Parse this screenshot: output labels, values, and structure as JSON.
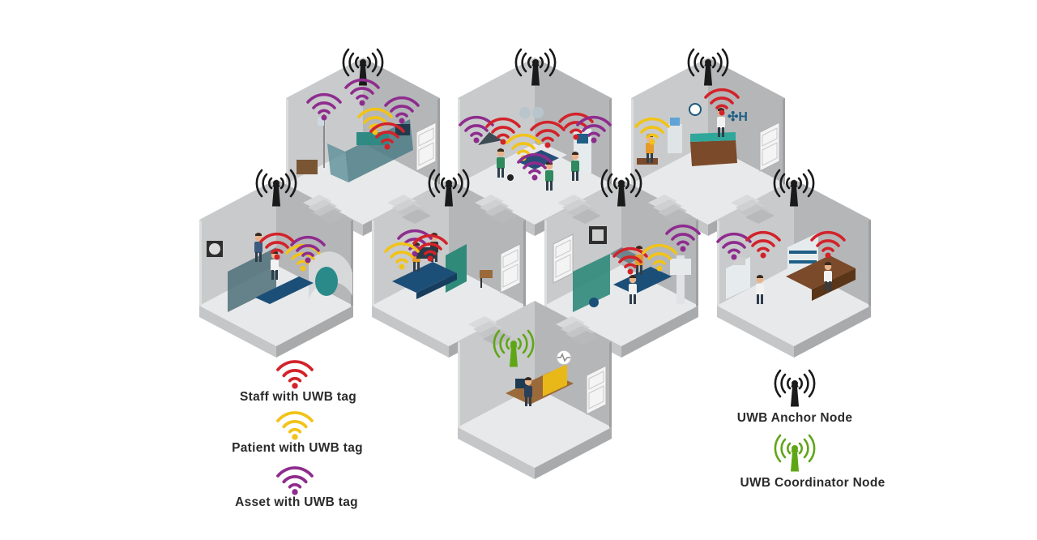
{
  "legend": {
    "staff": {
      "label": "Staff with UWB tag",
      "color": "#d2232a"
    },
    "patient": {
      "label": "Patient with UWB tag",
      "color": "#f2c318"
    },
    "asset": {
      "label": "Asset with UWB tag",
      "color": "#8e2c8e"
    },
    "anchor": {
      "label": "UWB Anchor Node",
      "color": "#1a1a1a"
    },
    "coordinator": {
      "label": "UWB Coordinator Node",
      "color": "#5fa617"
    }
  },
  "rooms": [
    {
      "id": "operating-room-left",
      "icons": [
        "iv-stand-icon",
        "cart-icon",
        "monitor-icon"
      ]
    },
    {
      "id": "operating-theatre",
      "icons": [
        "surgical-light-icon",
        "surgeon-icon",
        "monitor-icon"
      ]
    },
    {
      "id": "reception",
      "icons": [
        "clock-icon",
        "water-cooler-icon",
        "desk-icon"
      ]
    },
    {
      "id": "mri-room",
      "icons": [
        "brain-scan-icon",
        "mri-scanner-icon"
      ]
    },
    {
      "id": "examination-room",
      "icons": [
        "bed-icon",
        "curtain-icon",
        "chair-icon"
      ]
    },
    {
      "id": "radiology-room",
      "icons": [
        "xray-icon",
        "curtain-icon",
        "stool-icon"
      ]
    },
    {
      "id": "laboratory",
      "icons": [
        "shelves-icon",
        "microscope-icon"
      ]
    },
    {
      "id": "control-office",
      "icons": [
        "heart-monitor-icon",
        "computer-desk-icon"
      ]
    }
  ]
}
